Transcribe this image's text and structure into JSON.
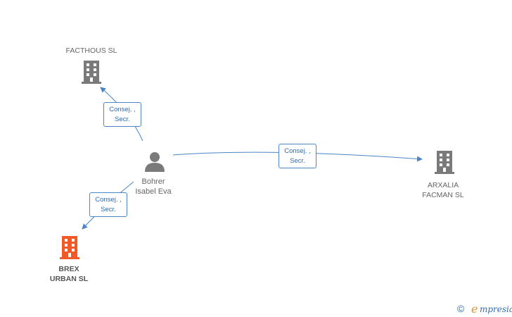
{
  "nodes": {
    "facthous": {
      "name": "FACTHOUS SL",
      "type": "company"
    },
    "person": {
      "name": "Bohrer\nIsabel Eva",
      "type": "person"
    },
    "arxalia": {
      "name": "ARXALIA\nFACMAN  SL",
      "type": "company"
    },
    "brex": {
      "name": "BREX\nURBAN  SL",
      "type": "company",
      "highlight": true
    }
  },
  "edges": [
    {
      "from": "person",
      "to": "facthous",
      "label": "Consej. ,\nSecr."
    },
    {
      "from": "person",
      "to": "arxalia",
      "label": "Consej. ,\nSecr."
    },
    {
      "from": "person",
      "to": "brex",
      "label": "Consej. ,\nSecr."
    }
  ],
  "colors": {
    "edge": "#4a86c8",
    "company_icon": "#7a7a7a",
    "highlight_icon": "#f05a28",
    "person_icon": "#7a7a7a"
  },
  "brand": {
    "copyright": "©",
    "name": "mpresia",
    "initial": "e"
  }
}
